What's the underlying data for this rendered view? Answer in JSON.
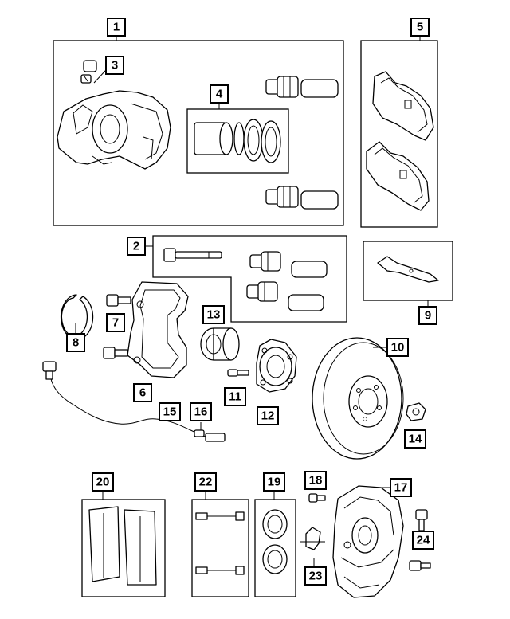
{
  "callouts": {
    "c1": "1",
    "c2": "2",
    "c3": "3",
    "c4": "4",
    "c5": "5",
    "c6": "6",
    "c7": "7",
    "c8": "8",
    "c9": "9",
    "c10": "10",
    "c11": "11",
    "c12": "12",
    "c13": "13",
    "c14": "14",
    "c15": "15",
    "c16": "16",
    "c17": "17",
    "c18": "18",
    "c19": "19",
    "c20": "20",
    "c21": "",
    "c22": "22",
    "c23": "23",
    "c24": "24"
  }
}
